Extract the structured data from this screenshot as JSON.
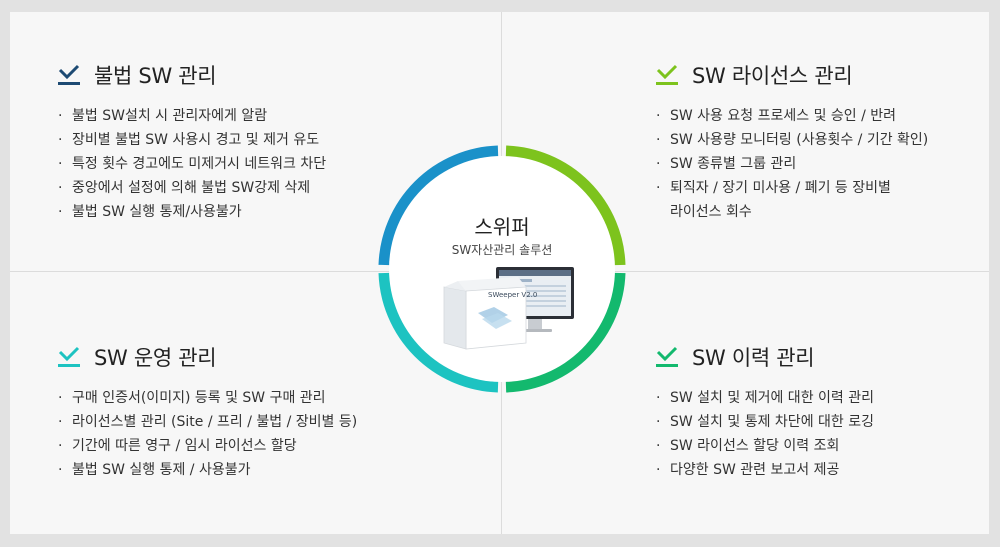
{
  "colors": {
    "ring_blue": "#1a91c9",
    "ring_green": "#7dc31d",
    "ring_teal": "#1dc3c1",
    "ring_emerald": "#13b96e",
    "check_navy": "#1d4a73",
    "check_lime": "#7dc31d",
    "check_teal": "#1dc3c1",
    "check_green": "#13b96e"
  },
  "center": {
    "title": "스위퍼",
    "subtitle": "SW자산관리 솔루션",
    "product_image": "sweeper-v2-box-and-monitor",
    "box_label": "SWeeper V2.0"
  },
  "quadrants": {
    "top_left": {
      "title": "불법 SW 관리",
      "icon": "check-icon",
      "items": [
        "불법 SW설치 시 관리자에게 알람",
        "장비별 불법 SW 사용시 경고 및 제거 유도",
        "특정 횟수 경고에도 미제거시 네트워크 차단",
        "중앙에서 설정에 의해 불법 SW강제 삭제",
        "불법 SW 실행 통제/사용불가"
      ]
    },
    "top_right": {
      "title": "SW 라이선스 관리",
      "icon": "check-icon",
      "items": [
        "SW 사용 요청 프로세스 및 승인 / 반려",
        "SW 사용량 모니터링 (사용횟수 / 기간 확인)",
        "SW 종류별 그룹 관리",
        "퇴직자 / 장기 미사용 / 폐기 등 장비별",
        "라이선스 회수"
      ]
    },
    "bottom_left": {
      "title": "SW 운영 관리",
      "icon": "check-icon",
      "items": [
        "구매 인증서(이미지) 등록 및 SW 구매 관리",
        "라이선스별 관리 (Site / 프리 / 불법 / 장비별 등)",
        " 기간에 따른 영구 / 임시 라이선스 할당",
        "불법 SW 실행 통제 / 사용불가"
      ]
    },
    "bottom_right": {
      "title": "SW 이력 관리",
      "icon": "check-icon",
      "items": [
        "SW 설치 및 제거에 대한 이력 관리",
        "SW 설치 및 통제 차단에 대한 로깅",
        "SW 라이선스 할당 이력 조회",
        "다양한 SW 관련 보고서 제공"
      ]
    }
  }
}
